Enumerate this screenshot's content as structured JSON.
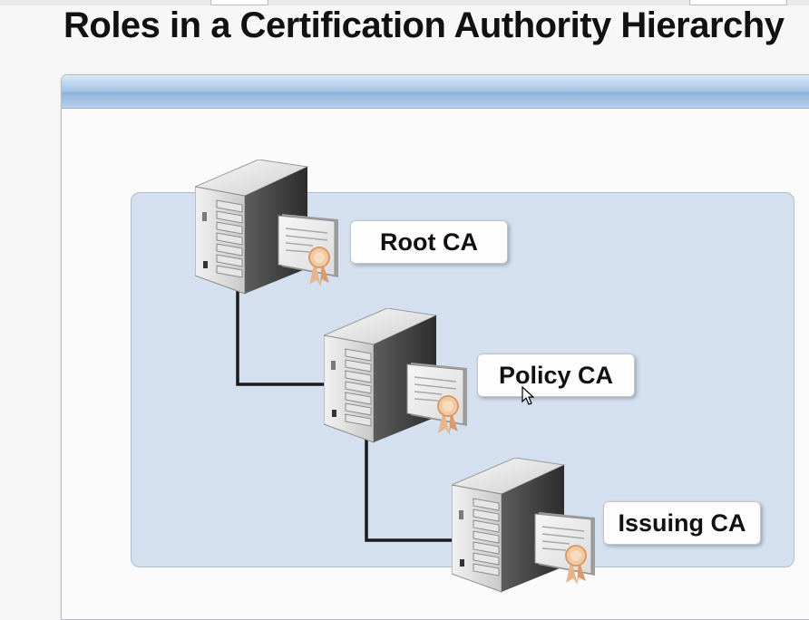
{
  "slide": {
    "title": "Roles in a Certification Authority Hierarchy"
  },
  "hierarchy": {
    "nodes": [
      {
        "label": "Root CA",
        "icon": "server-with-certificate-icon"
      },
      {
        "label": "Policy CA",
        "icon": "server-with-certificate-icon"
      },
      {
        "label": "Issuing CA",
        "icon": "server-with-certificate-icon"
      }
    ]
  },
  "colors": {
    "title_bar": "#8fb3dc",
    "diagram_background": "#d4e0ef",
    "connector": "#1a1a1a"
  }
}
